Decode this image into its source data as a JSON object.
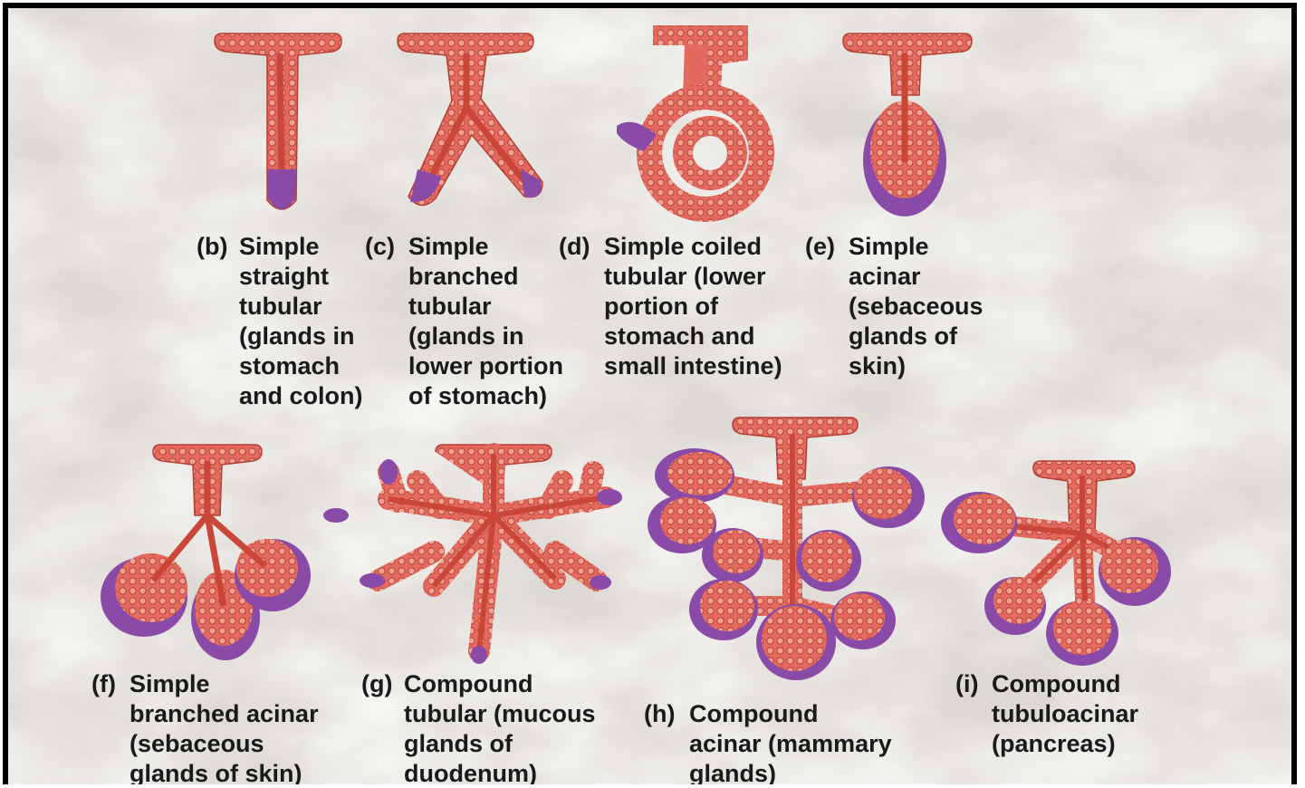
{
  "figure": {
    "items": [
      {
        "tag": "(b)",
        "text": "Simple\nstraight\ntubular\n(glands in\nstomach\nand colon)"
      },
      {
        "tag": "(c)",
        "text": "Simple\nbranched\ntubular\n(glands in\nlower portion\nof stomach)"
      },
      {
        "tag": "(d)",
        "text": "Simple coiled\ntubular (lower\nportion of\nstomach and\nsmall intestine)"
      },
      {
        "tag": "(e)",
        "text": "Simple\nacinar\n(sebaceous\nglands of\nskin)"
      },
      {
        "tag": "(f)",
        "text": "Simple\nbranched acinar\n(sebaceous\nglands of skin)"
      },
      {
        "tag": "(g)",
        "text": "Compound\ntubular (mucous\nglands of\nduodenum)"
      },
      {
        "tag": "(h)",
        "text": "Compound\nacinar (mammary\nglands)"
      },
      {
        "tag": "(i)",
        "text": "Compound\ntubuloacinar\n(pancreas)"
      }
    ]
  },
  "colors": {
    "tissue": "#e46a60",
    "tissue_light": "#f4a594",
    "lumen": "#c94638",
    "secretory": "#8a4aa8",
    "secretory_light": "#b485c9",
    "background": "#ebe8e4"
  }
}
